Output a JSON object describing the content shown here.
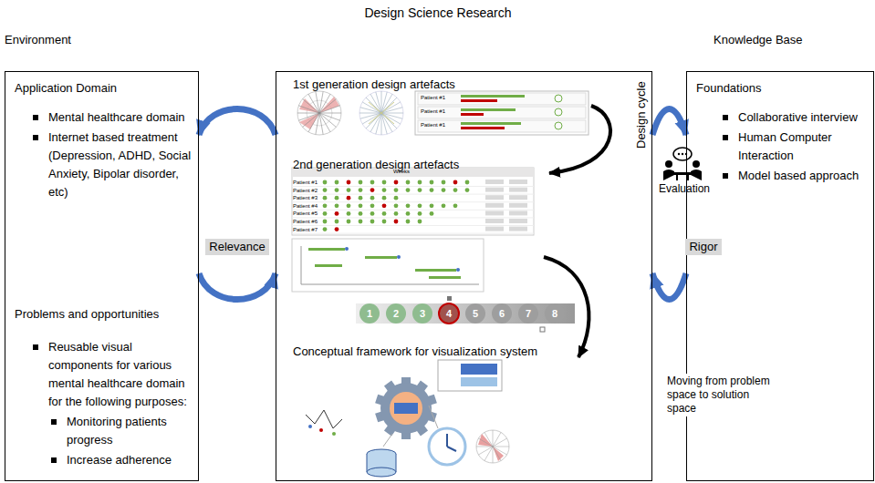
{
  "diagram": {
    "title": "Design Science Research",
    "nodes": [
      {
        "text": [
          "Application Domain",
          "Mental healthcare domain",
          "Internet based treatment (Depression, ADHD, Social Anxiety, Bipolar disorder, etc)",
          "Problems and opportunities",
          "Reusable visual components for various mental healthcare domain for the following purposes:",
          "Monitoring patients progress",
          "Increase adherence"
        ]
      },
      {
        "text": [
          "1st generation design artefacts",
          "2nd generation design artefacts",
          "Conceptual framework for visualization system",
          "Design cycle"
        ]
      },
      {
        "text": [
          "Foundations",
          "Collaborative interview",
          "Human Computer Interaction",
          "Model based approach"
        ]
      }
    ],
    "edges": [
      {
        "from": 1,
        "to": 0,
        "arrow": "to"
      },
      {
        "from": 0,
        "to": 1,
        "arrow": "to"
      },
      {
        "from": 1,
        "to": 2,
        "arrow": "to"
      },
      {
        "from": 2,
        "to": 1,
        "arrow": "to"
      }
    ],
    "labels": [
      "Environment",
      "Knowledge Base",
      "Relevance",
      "Rigor",
      "Evaluation",
      "Moving from problem space to solution space",
      "Patient #1",
      "Patient #1",
      "Patient #1",
      "Patient #1",
      "Patient #2",
      "Patient #3",
      "Patient #4",
      "Patient #5",
      "Patient #6",
      "Patient #7",
      "Weeks",
      "1",
      "2",
      "3",
      "4",
      "5",
      "6",
      "7",
      "8"
    ]
  }
}
